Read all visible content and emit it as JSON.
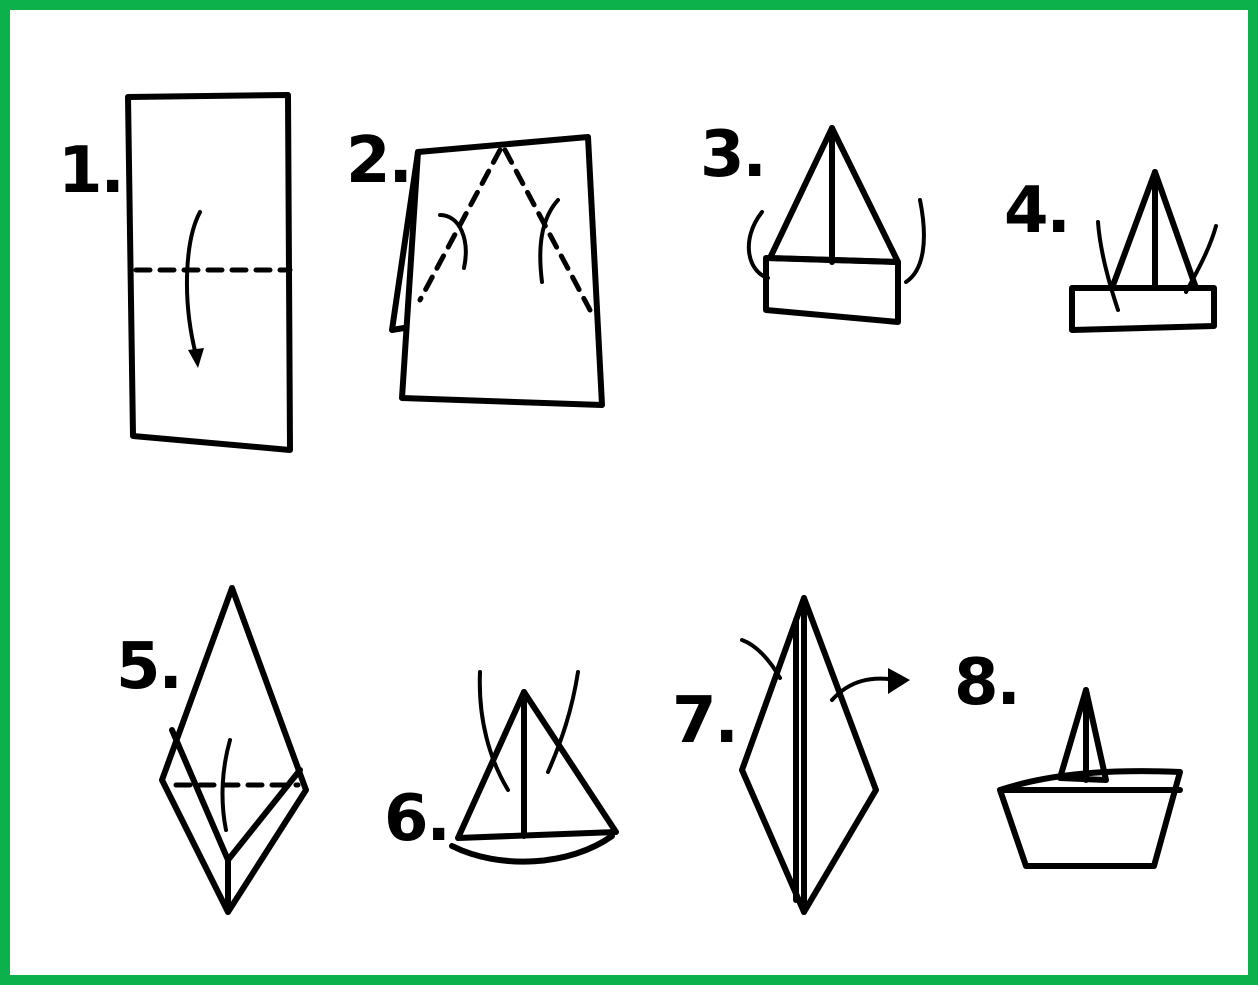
{
  "frame_color": "#0db14b",
  "steps": [
    {
      "label": "1."
    },
    {
      "label": "2."
    },
    {
      "label": "3."
    },
    {
      "label": "4."
    },
    {
      "label": "5."
    },
    {
      "label": "6."
    },
    {
      "label": "7."
    },
    {
      "label": "8."
    }
  ]
}
